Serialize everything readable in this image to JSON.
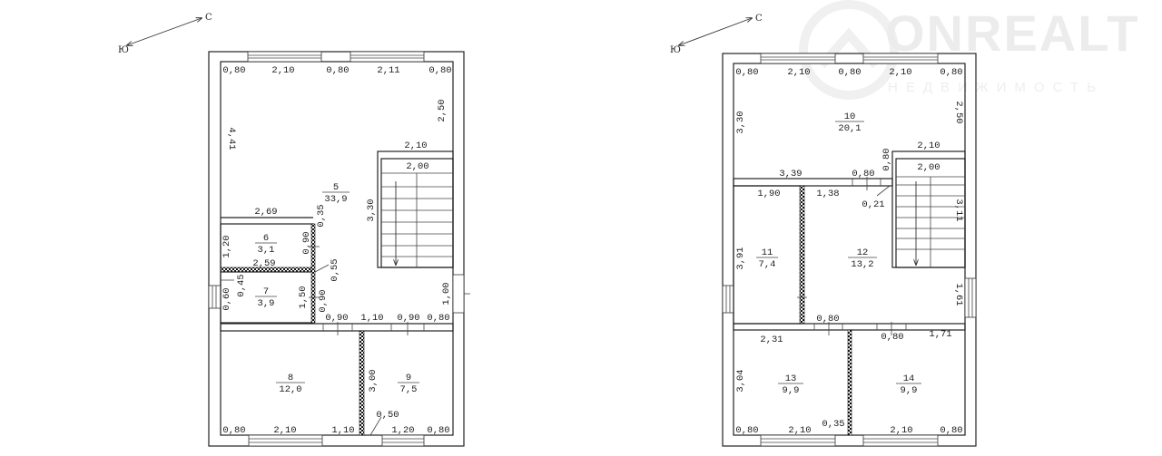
{
  "watermark": {
    "brand": "ONREALT",
    "subtitle": "НЕДВИЖИМОСТЬ"
  },
  "compass": {
    "north": "С",
    "south": "Ю"
  },
  "plans": [
    {
      "rooms": [
        {
          "number": "5",
          "area": "33,9"
        },
        {
          "number": "6",
          "area": "3,1"
        },
        {
          "number": "7",
          "area": "3,9"
        },
        {
          "number": "8",
          "area": "12,0"
        },
        {
          "number": "9",
          "area": "7,5"
        }
      ],
      "dims": [
        "0,80",
        "2,10",
        "0,80",
        "2,11",
        "0,80",
        "4,41",
        "2,50",
        "2,10",
        "2,00",
        "3,30",
        "2,69",
        "0,35",
        "1,20",
        "0,90",
        "2,59",
        "0,55",
        "0,60",
        "0,45",
        "1,50",
        "0,90",
        "1,00",
        "0,90",
        "1,10",
        "0,90",
        "0,80",
        "3,00",
        "0,50",
        "0,80",
        "2,10",
        "1,10",
        "1,20",
        "0,80"
      ]
    },
    {
      "rooms": [
        {
          "number": "10",
          "area": "20,1"
        },
        {
          "number": "11",
          "area": "7,4"
        },
        {
          "number": "12",
          "area": "13,2"
        },
        {
          "number": "13",
          "area": "9,9"
        },
        {
          "number": "14",
          "area": "9,9"
        }
      ],
      "dims": [
        "0,80",
        "2,10",
        "0,80",
        "2,10",
        "0,80",
        "3,30",
        "2,50",
        "2,10",
        "2,00",
        "3,39",
        "0,80",
        "0,80",
        "1,90",
        "1,38",
        "0,21",
        "3,11",
        "3,91",
        "1,61",
        "0,80",
        "2,31",
        "0,80",
        "1,71",
        "3,04",
        "0,80",
        "2,10",
        "0,35",
        "2,10",
        "0,80"
      ]
    }
  ]
}
